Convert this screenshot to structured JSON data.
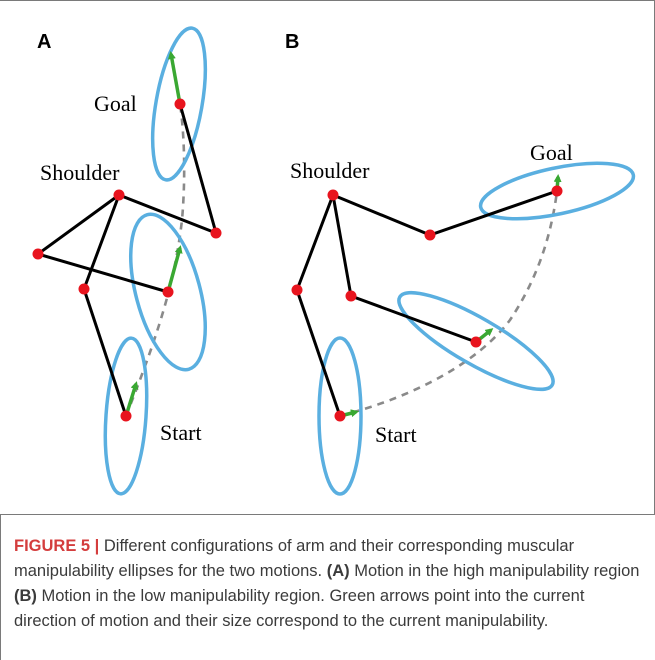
{
  "figure": {
    "panel_a": {
      "letter": "A",
      "goal_label": "Goal",
      "shoulder_label": "Shoulder",
      "start_label": "Start"
    },
    "panel_b": {
      "letter": "B",
      "goal_label": "Goal",
      "shoulder_label": "Shoulder",
      "start_label": "Start"
    },
    "colors": {
      "ellipse": "#5aafe0",
      "arrow": "#3aa832",
      "joint": "#e8141e",
      "link": "#000000",
      "path": "#8a8a8a",
      "caption_label": "#d43d3d"
    }
  },
  "caption": {
    "label": "FIGURE 5 |",
    "text_1": " Different configurations of arm and their corresponding muscular manipulability ellipses for the two motions. ",
    "ref_a": "(A)",
    "text_2": " Motion in the high manipulability region ",
    "ref_b": "(B)",
    "text_3": " Motion in the low manipulability region. Green arrows point into the current direction of motion and their size correspond to the current manipulability."
  }
}
